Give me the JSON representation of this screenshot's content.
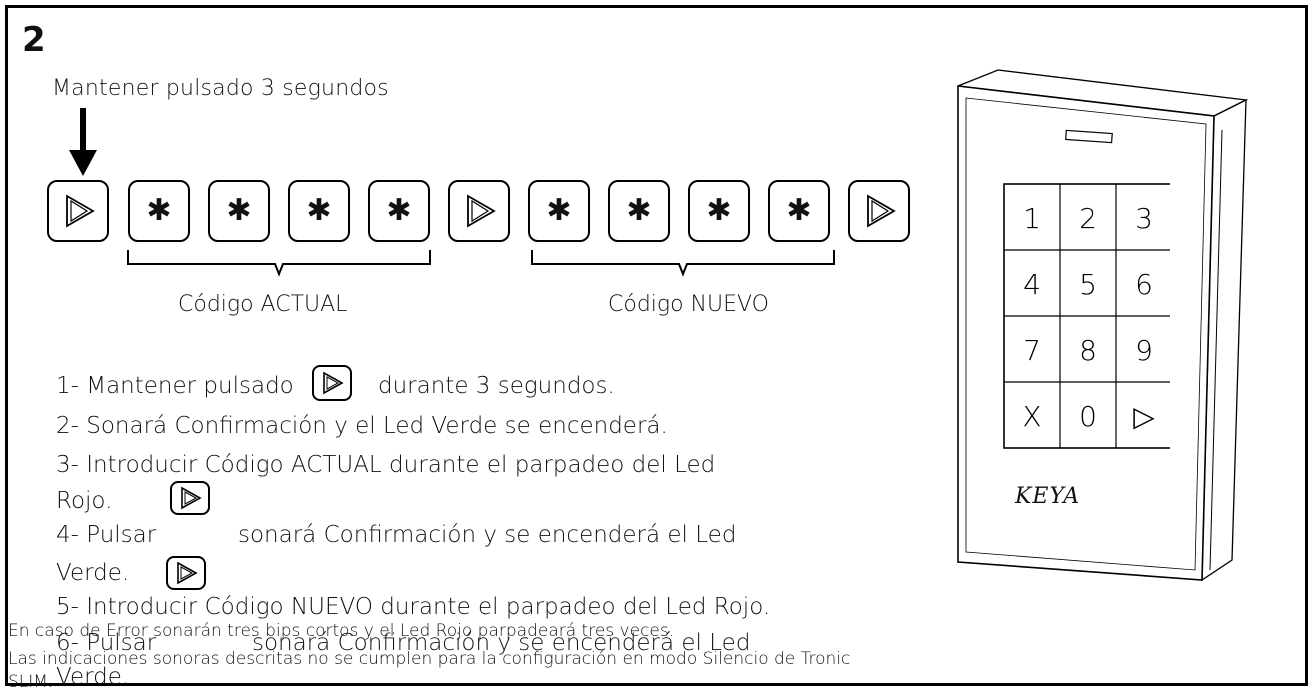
{
  "step_number": "2",
  "hold_label": "Mantener pulsado 3 segundos",
  "icons": {
    "arrow": "down-arrow-icon",
    "play": "play-triangle-icon",
    "star": "asterisk-icon"
  },
  "sequence": {
    "star_symbol": "*",
    "current_code_label": "Código ACTUAL",
    "new_code_label": "Código NUEVO"
  },
  "instructions": [
    "1- Mantener pulsado",
    "durante 3 segundos.",
    "2- Sonará Confirmación y el Led Verde se encenderá.",
    "3- Introducir Código ACTUAL durante el parpadeo del Led",
    "Rojo.",
    "4- Pulsar",
    "sonará Confirmación y se encenderá el Led",
    "Verde.",
    "5- Introducir Código NUEVO durante el parpadeo del Led Rojo.",
    "6- Pulsar",
    "sonará Confirmación y se encenderá el Led",
    "Verde."
  ],
  "notes": [
    "En caso de Error sonarán tres bips cortos y el Led Rojo parpadeará tres veces.",
    "Las indicaciones sonoras descritas no se cumplen para la configuración en modo Silencio de Tronic",
    "SLIM."
  ],
  "device": {
    "brand": "KEYA",
    "keys": [
      "1",
      "2",
      "3",
      "4",
      "5",
      "6",
      "7",
      "8",
      "9",
      "X",
      "0",
      "▷"
    ]
  }
}
